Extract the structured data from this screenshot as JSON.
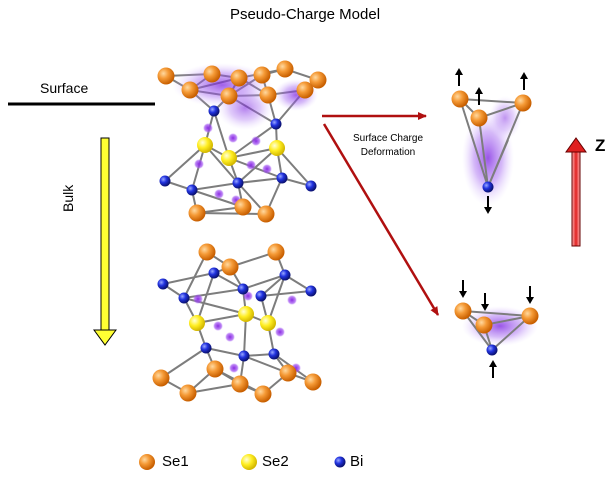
{
  "title": "Pseudo-Charge Model",
  "labels": {
    "surface": "Surface",
    "bulk": "Bulk",
    "deformation_line1": "Surface Charge",
    "deformation_line2": "Deformation",
    "z_axis": "Z"
  },
  "legend": [
    {
      "label": "Se1",
      "color": "#f08a24"
    },
    {
      "label": "Se2",
      "color": "#ffe600"
    },
    {
      "label": "Bi",
      "color": "#1c2bd8"
    }
  ],
  "colors": {
    "se1": "#f08a24",
    "se2": "#ffe600",
    "bi": "#1c2bd8",
    "charge": "#8a2be2",
    "bond": "#8a8a8a",
    "arrow_red": "#b01010",
    "arrow_yellow": "#ffff33"
  }
}
